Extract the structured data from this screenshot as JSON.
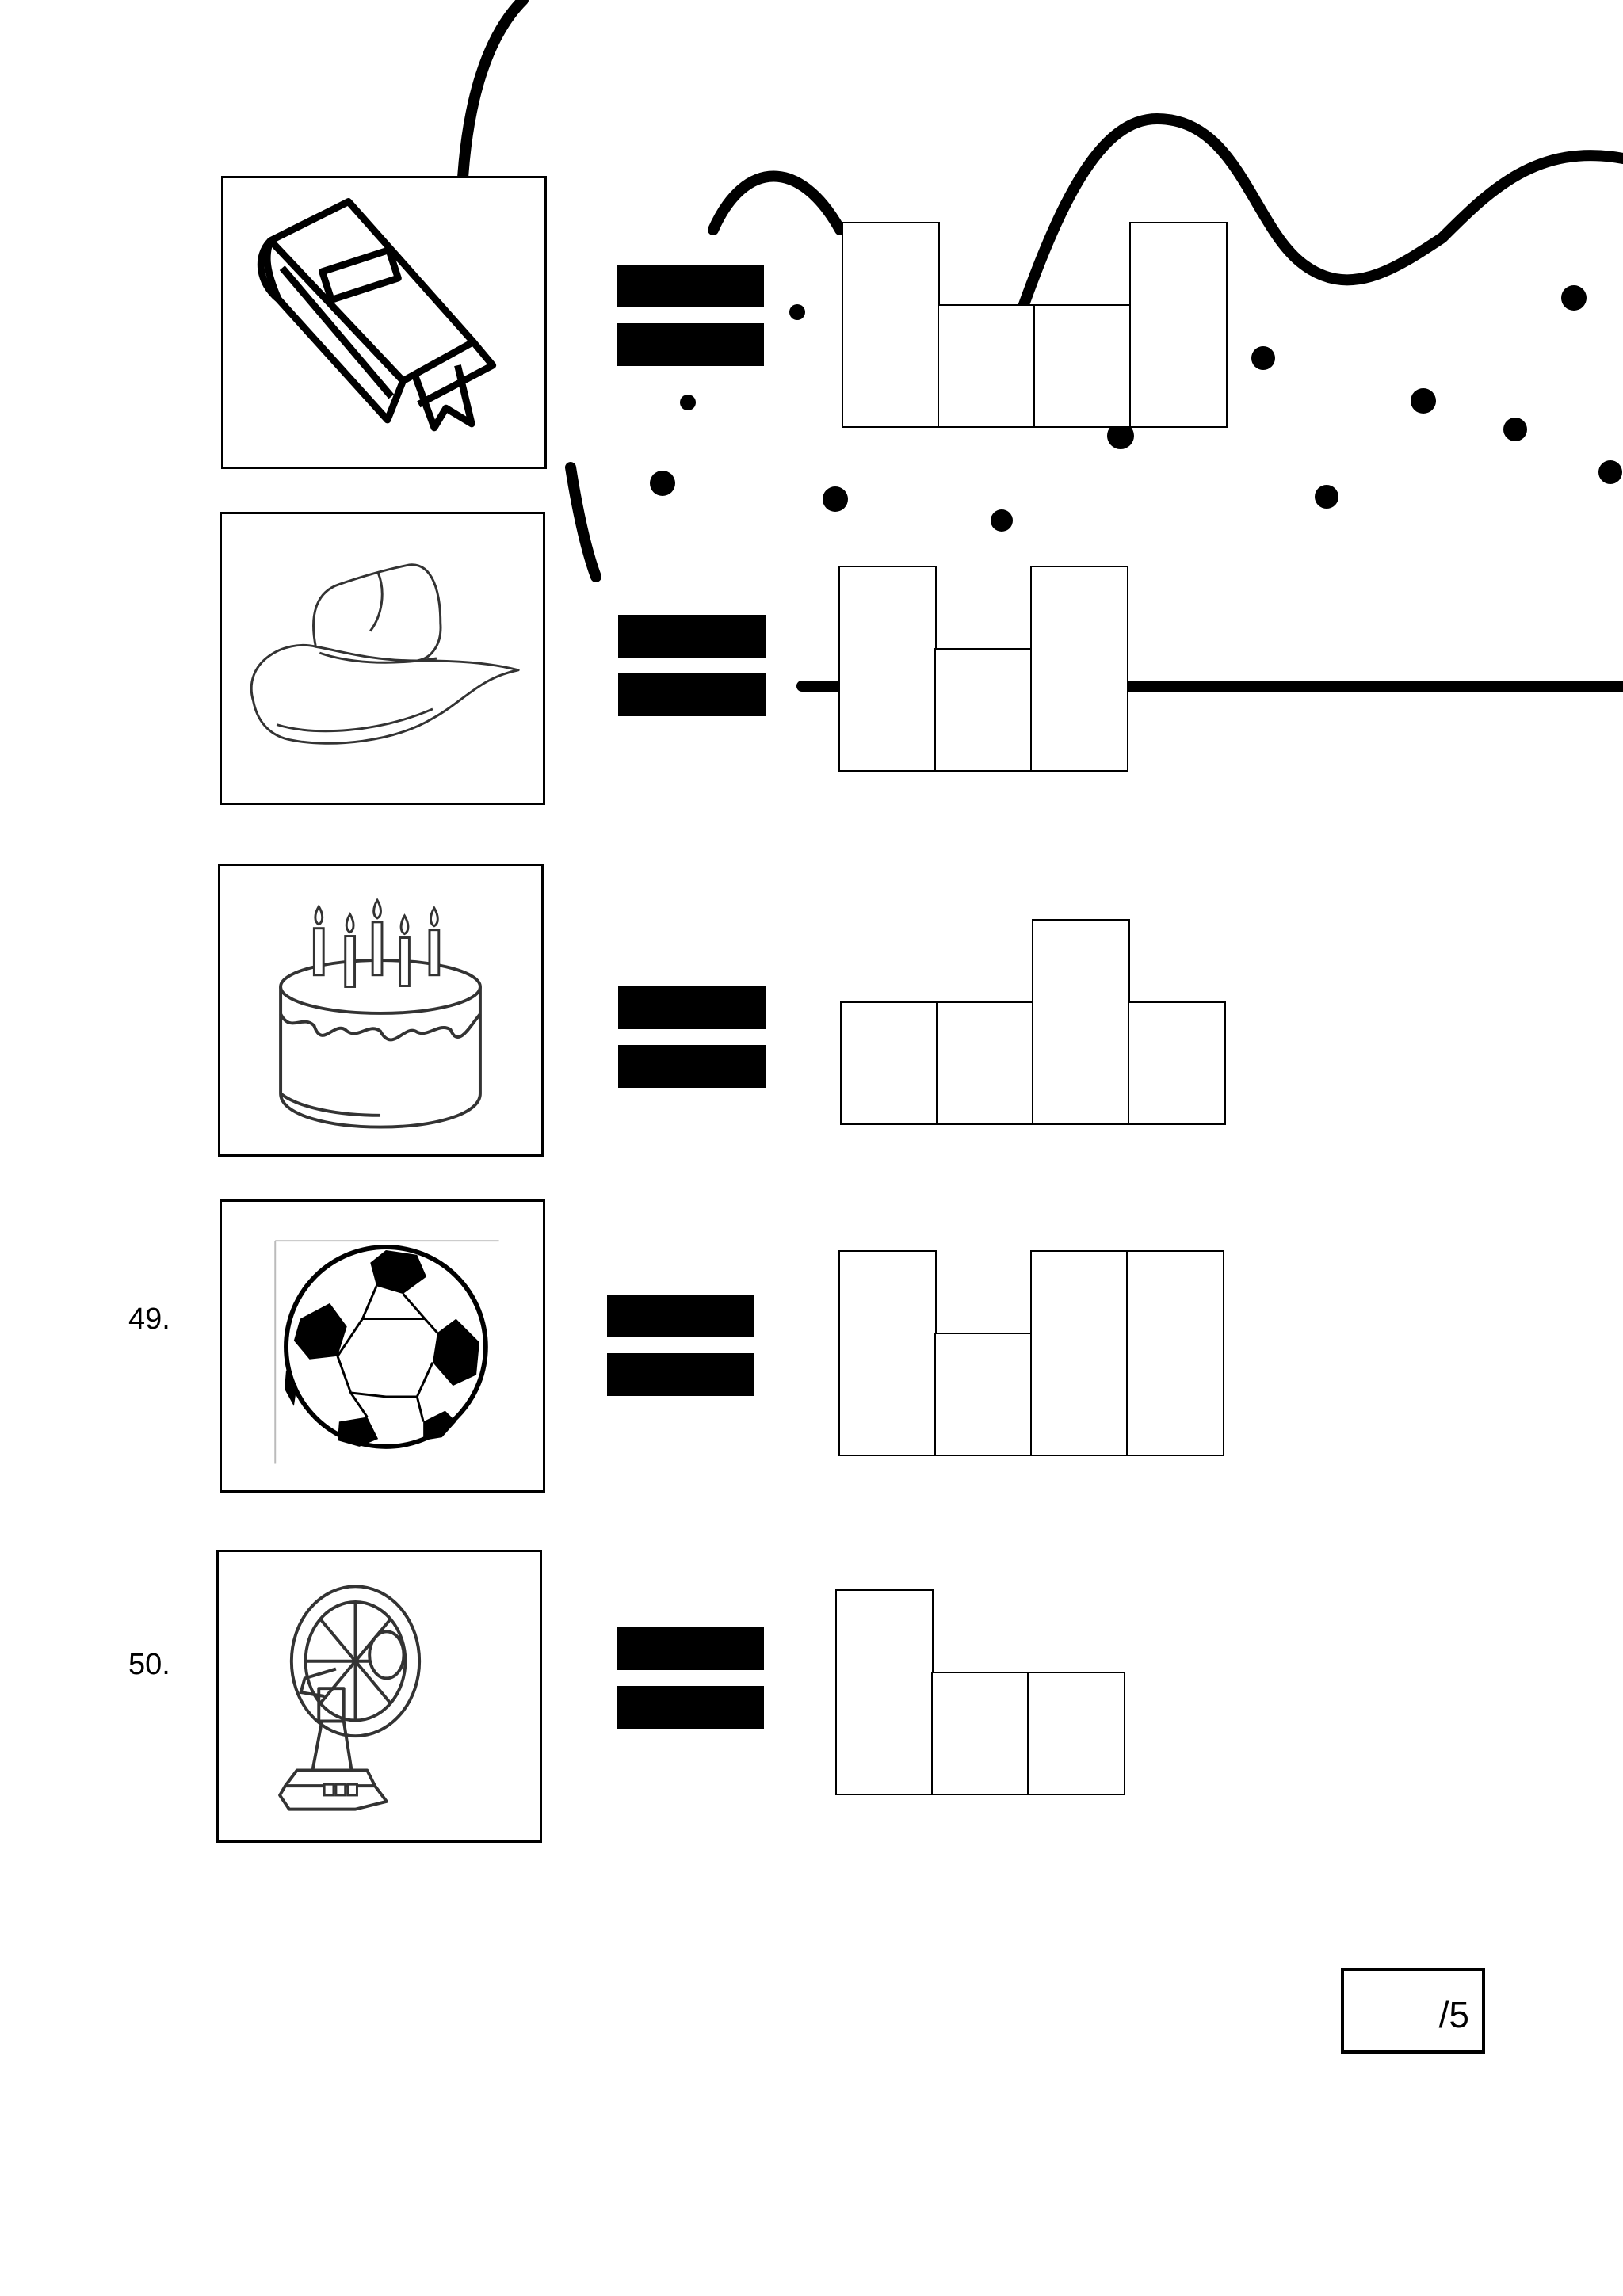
{
  "items": [
    {
      "id": "book",
      "number": "",
      "picture": "book-icon",
      "letters": [
        "tall",
        "short",
        "short",
        "tall"
      ]
    },
    {
      "id": "hat",
      "number": "",
      "picture": "cowboy-hat-icon",
      "letters": [
        "tall",
        "short",
        "tall"
      ]
    },
    {
      "id": "cake",
      "number": "",
      "picture": "birthday-cake-icon",
      "letters": [
        "short",
        "short",
        "tall",
        "short"
      ]
    },
    {
      "id": "ball",
      "number": "49.",
      "picture": "soccer-ball-icon",
      "letters": [
        "tall",
        "short",
        "tall",
        "tall"
      ]
    },
    {
      "id": "fan",
      "number": "50.",
      "picture": "electric-fan-icon",
      "letters": [
        "tall",
        "short",
        "short"
      ]
    }
  ],
  "score": {
    "label": "/5"
  }
}
